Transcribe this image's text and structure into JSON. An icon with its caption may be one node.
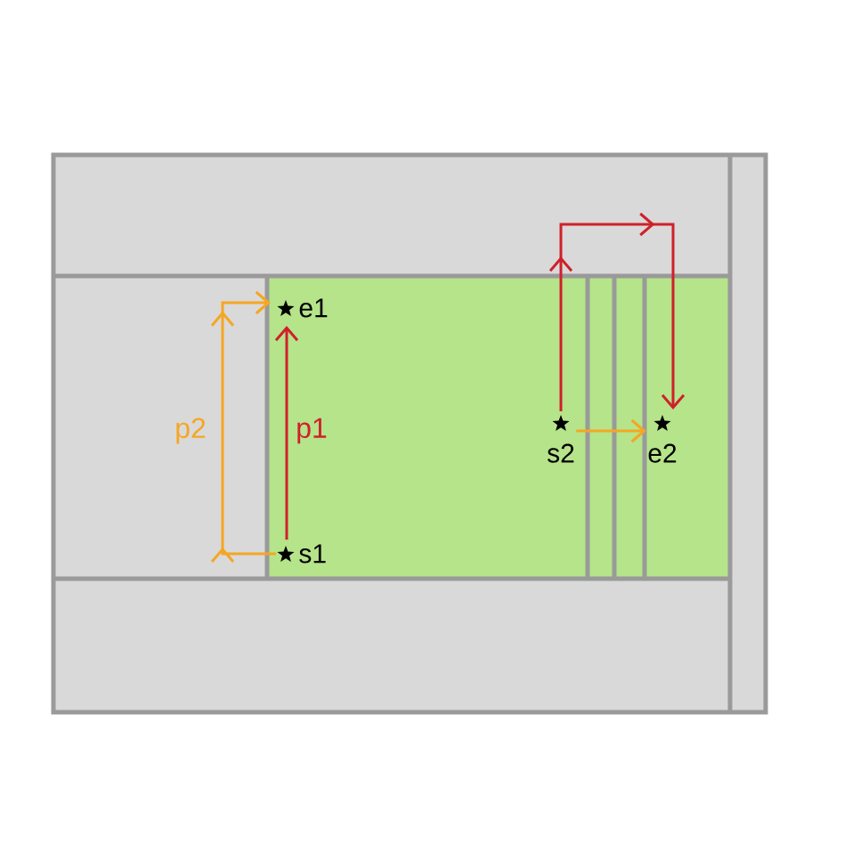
{
  "diagram": {
    "nodes": [
      {
        "text": [
          "e1"
        ]
      },
      {
        "text": [
          "s1"
        ]
      },
      {
        "text": [
          "s2"
        ]
      },
      {
        "text": [
          "e2"
        ]
      }
    ],
    "edges": [
      {
        "from": 1,
        "to": 0,
        "arrow": "to",
        "label": "p1",
        "color": "#d0202a"
      },
      {
        "from": 1,
        "to": 0,
        "arrow": "to",
        "label": "p2",
        "color": "#f5a623"
      },
      {
        "from": 2,
        "to": 3,
        "arrow": "to",
        "color": "#d0202a"
      },
      {
        "from": 2,
        "to": 3,
        "arrow": "to",
        "color": "#f5a623"
      }
    ]
  }
}
